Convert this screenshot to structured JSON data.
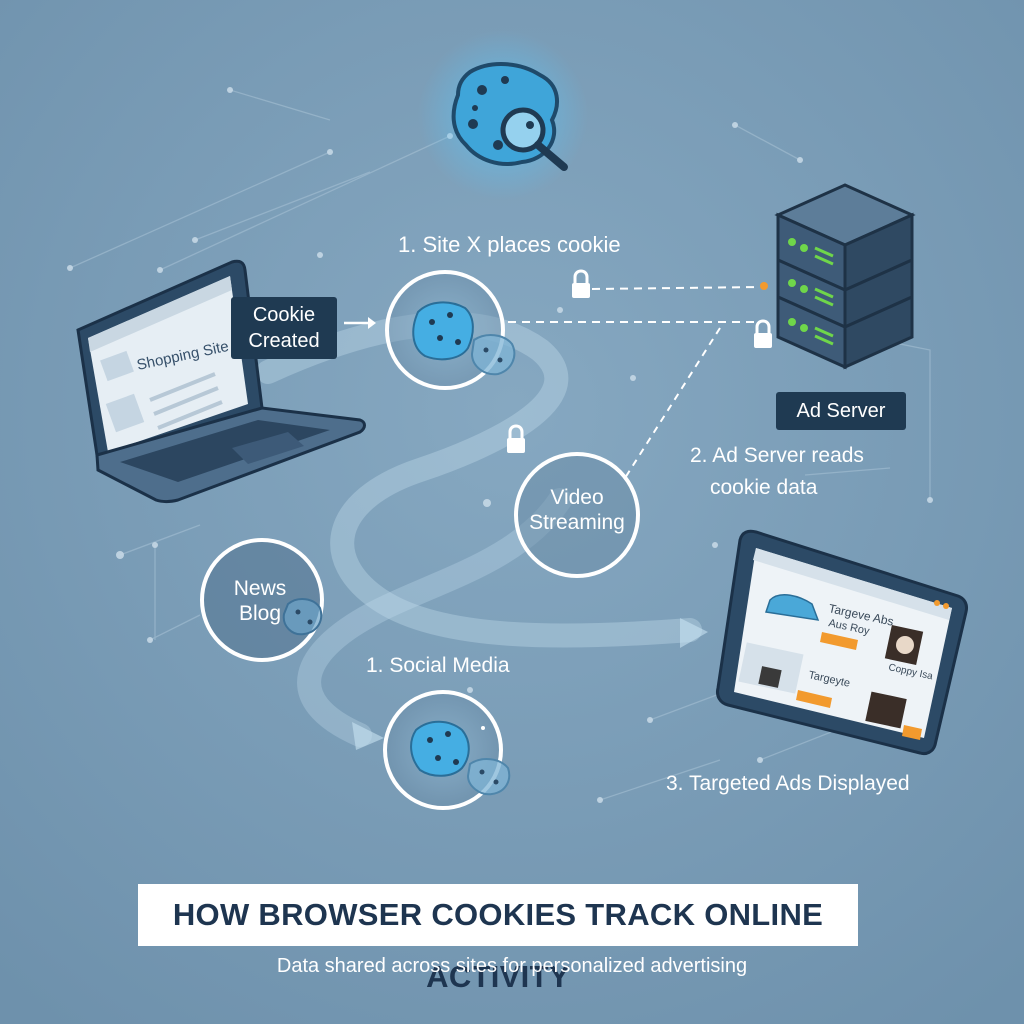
{
  "title": "HOW BROWSER COOKIES TRACK ONLINE ACTIVITY",
  "subtitle": "Data shared across sites for personalized advertising",
  "steps": {
    "site_x": "1. Site X places cookie",
    "ad_server_reads": [
      "2. Ad Server reads",
      "cookie data"
    ],
    "social_media": "1. Social Media",
    "targeted_ads": "3. Targeted Ads Displayed"
  },
  "labels": {
    "cookie_created": [
      "Cookie",
      "Created"
    ],
    "ad_server": "Ad Server",
    "shopping_site": "Shopping Site",
    "video_streaming": [
      "Video",
      "Streaming"
    ],
    "news_blog": [
      "News",
      "Blog"
    ]
  },
  "icons": [
    "cookie-icon",
    "magnifier-icon",
    "lock-icon",
    "server-icon",
    "laptop-icon",
    "tablet-icon"
  ],
  "colors": {
    "background": "#7b9db7",
    "cookie": "#4aa8d8",
    "accent_orange": "#f29a2e",
    "label_dark": "#1f3a52",
    "server_green": "#6fd64a"
  }
}
